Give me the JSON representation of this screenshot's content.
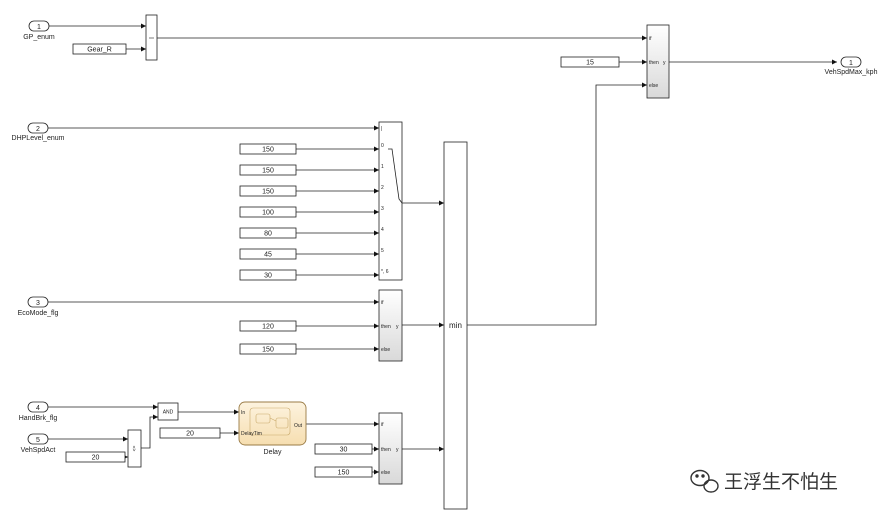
{
  "inports": [
    {
      "num": "1",
      "name": "GP_enum"
    },
    {
      "num": "2",
      "name": "DHPLevel_enum"
    },
    {
      "num": "3",
      "name": "EcoMode_flg"
    },
    {
      "num": "4",
      "name": "HandBrk_flg"
    },
    {
      "num": "5",
      "name": "VehSpdAct"
    }
  ],
  "outport": {
    "num": "1",
    "name": "VehSpdMax_kph"
  },
  "constants": {
    "gear": "Gear_R",
    "c15": "15",
    "dhp": [
      "150",
      "150",
      "150",
      "100",
      "80",
      "45",
      "30"
    ],
    "eco_then": "120",
    "eco_else": "150",
    "delay_time": "20",
    "spd_threshold": "20",
    "hb_then": "30",
    "hb_else": "150"
  },
  "ports": {
    "if": "if",
    "then": "then",
    "y": "y",
    "else": "else",
    "mpsw": [
      "0",
      "1",
      "2",
      "3",
      "4",
      "5",
      "*, 6"
    ]
  },
  "blocks": {
    "and": "AND",
    "le": "<=",
    "min": "min",
    "delay_title": "Delay",
    "delay_in": "In",
    "delay_time": "DelayTim",
    "delay_out": "Out"
  },
  "watermark": "王浮生不怕生"
}
